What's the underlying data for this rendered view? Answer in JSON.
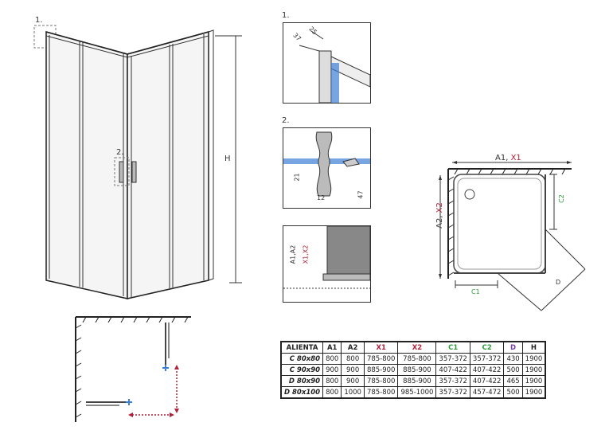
{
  "labels": {
    "detail1": "1.",
    "detail2": "2.",
    "height": "H",
    "a1x1_a": "A1, ",
    "a1x1_b": "X1",
    "a2x2_a": "A2, ",
    "a2x2_b": "X2",
    "c1": "C1",
    "c2": "C2",
    "d": "D",
    "a1a2": "A1,A2",
    "x1x2": "X1,X2"
  },
  "dimensions": {
    "d1_37": "37",
    "d1_25": "25",
    "d2_21": "21",
    "d2_12": "12",
    "d2_47": "47"
  },
  "colors": {
    "red": "#b0213a",
    "green": "#2e9a3c",
    "purple": "#7b3fa0",
    "blue_glass": "#3d7fd6"
  },
  "table": {
    "headers": [
      "ALIENTA",
      "A1",
      "A2",
      "X1",
      "X2",
      "C1",
      "C2",
      "D",
      "H"
    ],
    "rows": [
      [
        "C 80x80",
        "800",
        "800",
        "785-800",
        "785-800",
        "357-372",
        "357-372",
        "430",
        "1900"
      ],
      [
        "C 90x90",
        "900",
        "900",
        "885-900",
        "885-900",
        "407-422",
        "407-422",
        "500",
        "1900"
      ],
      [
        "D 80x90",
        "800",
        "900",
        "785-800",
        "885-900",
        "357-372",
        "407-422",
        "465",
        "1900"
      ],
      [
        "D 80x100",
        "800",
        "1000",
        "785-800",
        "985-1000",
        "357-372",
        "457-472",
        "500",
        "1900"
      ]
    ]
  }
}
